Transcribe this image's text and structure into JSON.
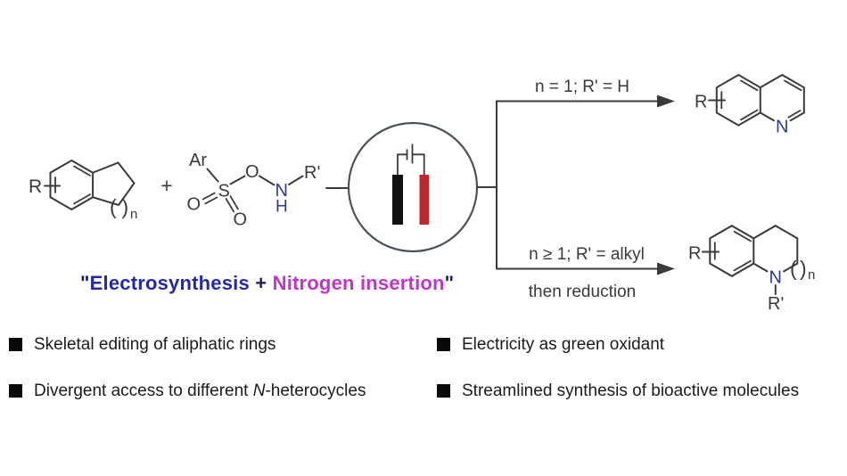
{
  "colors": {
    "bond": "#3a3a3a",
    "nitrogen_blue": "#2b3a92",
    "electrode_red": "#c1272d",
    "electrode_black": "#111111",
    "cell_circle": "#49545a",
    "caption_blue": "#2429a8",
    "caption_magenta": "#c234c8",
    "caption_dark": "#1c2050"
  },
  "scheme": {
    "plus": "+",
    "substrate": {
      "r": "R",
      "paren_left": "(",
      "paren_right": ")",
      "n_sub": "n"
    },
    "reagent": {
      "ar": "Ar",
      "s": "S",
      "o_left": "O",
      "o_bottom": "O",
      "o_ester": "O",
      "n": "N",
      "h": "H",
      "r_prime": "R'"
    },
    "top_branch": {
      "condition": "n = 1; R' = H"
    },
    "bottom_branch": {
      "condition": "n ≥ 1; R' = alkyl",
      "note": "then reduction"
    },
    "quinoline": {
      "r": "R",
      "n": "N"
    },
    "tetrahydroquinoline": {
      "r": "R",
      "n": "N",
      "r_prime": "R'",
      "paren_left": "(",
      "paren_right": ")",
      "n_sub": "n"
    }
  },
  "caption": {
    "open_quote": "\"",
    "blue_text": "Electrosynthesis",
    "plus": " + ",
    "magenta_text": "Nitrogen insertion",
    "close_quote": "\""
  },
  "bullets": [
    {
      "pre": "Skeletal editing of aliphatic rings",
      "em": "",
      "post": ""
    },
    {
      "pre": "Electricity as green oxidant",
      "em": "",
      "post": ""
    },
    {
      "pre": "Divergent access to different ",
      "em": "N",
      "post": "-heterocycles"
    },
    {
      "pre": "Streamlined synthesis of bioactive molecules",
      "em": "",
      "post": ""
    }
  ]
}
